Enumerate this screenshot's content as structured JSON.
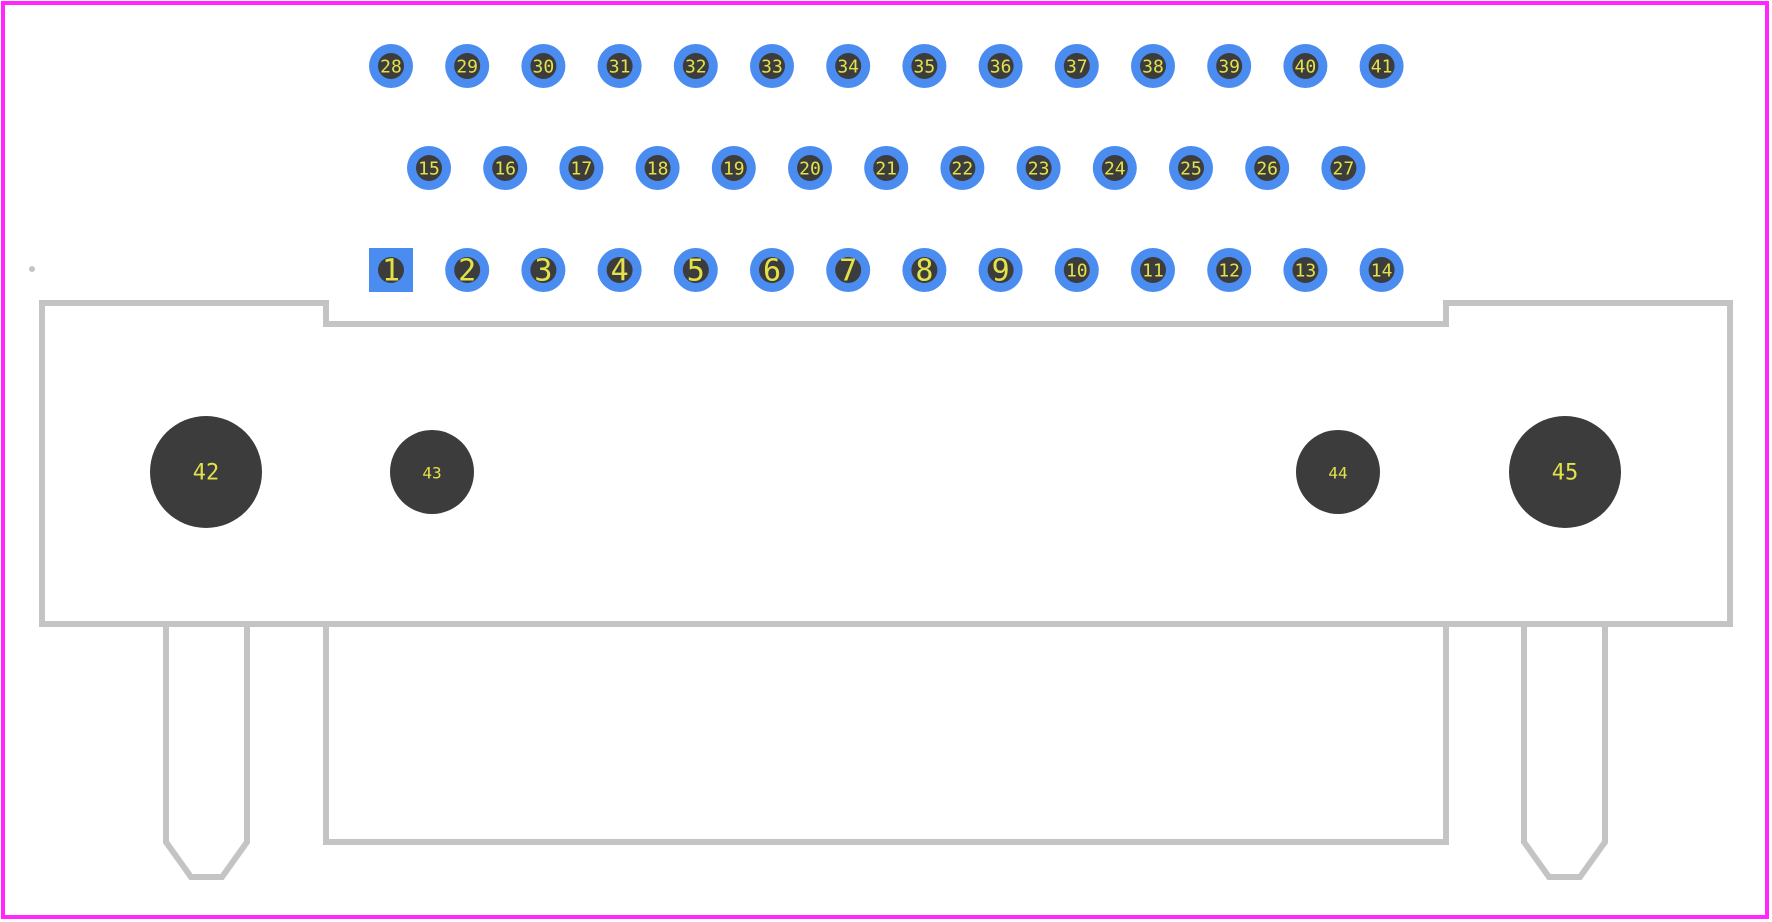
{
  "colors": {
    "board_outline": "#ff26ff",
    "silkscreen": "#c4c4c4",
    "pad_copper": "#4a8cf0",
    "hole": "#3c3c3c",
    "pin_label": "#e2e24a"
  },
  "footprint": {
    "rows": [
      {
        "pins": [
          "28",
          "29",
          "30",
          "31",
          "32",
          "33",
          "34",
          "35",
          "36",
          "37",
          "38",
          "39",
          "40",
          "41"
        ]
      },
      {
        "pins": [
          "15",
          "16",
          "17",
          "18",
          "19",
          "20",
          "21",
          "22",
          "23",
          "24",
          "25",
          "26",
          "27"
        ]
      },
      {
        "pins": [
          "1",
          "2",
          "3",
          "4",
          "5",
          "6",
          "7",
          "8",
          "9",
          "10",
          "11",
          "12",
          "13",
          "14"
        ]
      }
    ],
    "square_pad_pin": "1",
    "mounting_holes": [
      {
        "label": "42",
        "size": "large"
      },
      {
        "label": "43",
        "size": "small"
      },
      {
        "label": "44",
        "size": "small"
      },
      {
        "label": "45",
        "size": "large"
      }
    ]
  }
}
